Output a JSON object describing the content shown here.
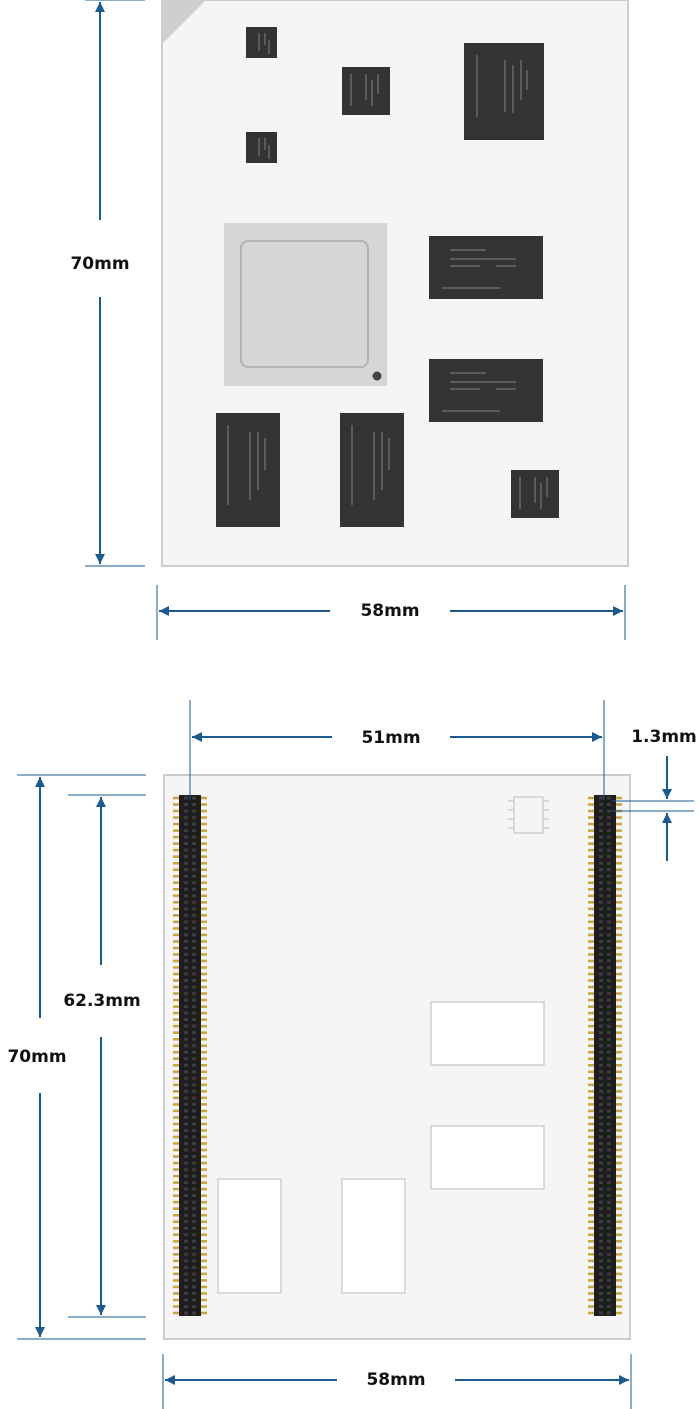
{
  "top_view": {
    "height_label": "70mm",
    "width_label": "58mm"
  },
  "bottom_view": {
    "connector_pitch_label": "51mm",
    "pin_offset_label": "1.3mm",
    "connector_length_label": "62.3mm",
    "height_label": "70mm",
    "width_label": "58mm",
    "connector_pins_per_column": 80
  },
  "colors": {
    "dimension": "#1b5a8e",
    "board_fill": "#f5f5f5",
    "board_stroke": "#cccccc",
    "chip": "#333333",
    "chip_mark": "#5a5a5a",
    "soc_fill": "#d6d6d6",
    "connector": "#1e1e1e",
    "pin_gold": "#c8a640",
    "footprint_stroke": "#cfcfcf"
  }
}
